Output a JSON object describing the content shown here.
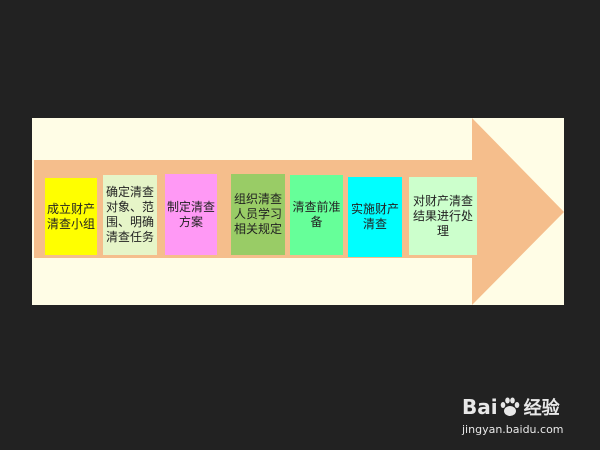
{
  "colors": {
    "background": "#222222",
    "panel": "#FFFDE6",
    "arrow": "#F5BE8C"
  },
  "steps": [
    {
      "label": "成立财产清查小组",
      "color": "#FFFF00"
    },
    {
      "label": "确定清查对象、范围、明确清查任务",
      "color": "#E6F5C8"
    },
    {
      "label": "制定清查方案",
      "color": "#FF99F5"
    },
    {
      "label": "组织清查人员学习相关规定",
      "color": "#99CC66"
    },
    {
      "label": "清查前准备",
      "color": "#66FF99"
    },
    {
      "label": "实施财产清查",
      "color": "#00FFFF"
    },
    {
      "label": "对财产清查结果进行处理",
      "color": "#CCFFCC"
    }
  ],
  "watermark": {
    "brand_left": "Bai",
    "brand_right": "经验",
    "url": "jingyan.baidu.com",
    "paw_icon": "baidu-paw-icon"
  }
}
